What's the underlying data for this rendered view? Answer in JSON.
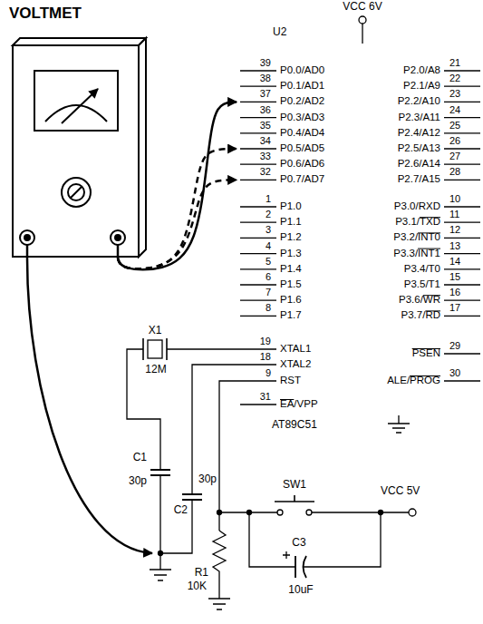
{
  "diagram": {
    "nodes": [
      {
        "text": [
          "VOLTMET"
        ]
      },
      {
        "text": [
          "U2",
          "AT89C51"
        ]
      }
    ],
    "edges": [
      {
        "from": 0,
        "to": 1,
        "arrow": "to"
      },
      {
        "from": 0,
        "to": 1,
        "arrow": "to"
      },
      {
        "from": 0,
        "to": 1,
        "arrow": "to"
      }
    ],
    "labels": [
      "VCC 6V",
      "39",
      "P0.0/AD0",
      "38",
      "P0.1/AD1",
      "37",
      "P0.2/AD2",
      "36",
      "P0.3/AD3",
      "35",
      "P0.4/AD4",
      "34",
      "P0.5/AD5",
      "33",
      "P0.6/AD6",
      "32",
      "P0.7/AD7",
      "1",
      "P1.0",
      "2",
      "P1.1",
      "3",
      "P1.2",
      "4",
      "P1.3",
      "5",
      "P1.4",
      "6",
      "P1.5",
      "7",
      "P1.6",
      "8",
      "P1.7",
      "19",
      "XTAL1",
      "18",
      "XTAL2",
      "9",
      "RST",
      "31",
      "EA/VPP",
      "P2.0/A8",
      "21",
      "P2.1/A9",
      "22",
      "P2.2/A10",
      "23",
      "P2.3/A11",
      "24",
      "P2.4/A12",
      "25",
      "P2.5/A13",
      "26",
      "P2.6/A14",
      "27",
      "P2.7/A15",
      "28",
      "P3.0/RXD",
      "10",
      "P3.1/TXD",
      "11",
      "P3.2/INT0",
      "12",
      "P3.3/INT1",
      "13",
      "P3.4/T0",
      "14",
      "P3.5/T1",
      "15",
      "P3.6/WR",
      "16",
      "P3.7/RD",
      "17",
      "PSEN",
      "29",
      "ALE/PROG",
      "30",
      "X1",
      "12M",
      "C1",
      "30p",
      "30p",
      "C2",
      "SW1",
      "VCC 5V",
      "C3",
      "10uF",
      "R1",
      "10K"
    ]
  }
}
